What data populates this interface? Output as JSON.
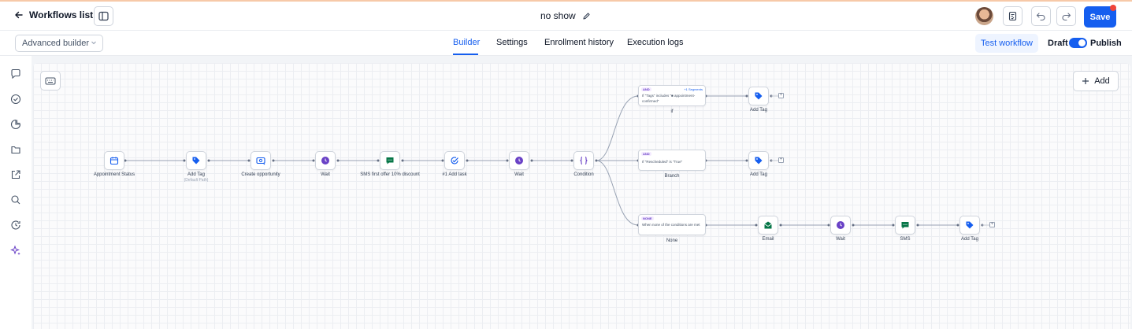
{
  "header": {
    "back_label": "Workflows list",
    "workflow_name": "no show",
    "save_label": "Save"
  },
  "subbar": {
    "builder_mode": "Advanced builder",
    "tabs": [
      {
        "label": "Builder",
        "active": true
      },
      {
        "label": "Settings",
        "active": false
      },
      {
        "label": "Enrollment history",
        "active": false
      },
      {
        "label": "Execution logs",
        "active": false
      }
    ],
    "test_label": "Test workflow",
    "draft_label": "Draft",
    "publish_label": "Publish",
    "published": true
  },
  "canvas": {
    "add_label": "Add",
    "steps": [
      {
        "label": "Appointment Status",
        "icon": "calendar-icon",
        "color": "#155eef"
      },
      {
        "label": "Add Tag",
        "sublabel": "(Default Path)",
        "icon": "tag-icon",
        "color": "#155eef"
      },
      {
        "label": "Create opportunity",
        "icon": "opportunity-icon",
        "color": "#155eef"
      },
      {
        "label": "Wait",
        "icon": "clock-icon",
        "color": "#6941c6"
      },
      {
        "label": "SMS first offer 10% discount",
        "icon": "sms-icon",
        "color": "#067647"
      },
      {
        "label": "#1 Add task",
        "icon": "task-check-icon",
        "color": "#155eef"
      },
      {
        "label": "Wait",
        "icon": "clock-icon",
        "color": "#6941c6"
      },
      {
        "label": "Condition",
        "icon": "braces-icon",
        "color": "#6941c6"
      }
    ],
    "branches": [
      {
        "tag": "AND",
        "segments": "+1 Segments",
        "text": "If \"Tags\" includes \"■ appointment-confirmed\"",
        "label": "if",
        "action": {
          "label": "Add Tag",
          "icon": "tag-icon"
        }
      },
      {
        "tag": "AND",
        "segments": "",
        "text": "If \"Rescheduled\" is \"True\"",
        "label": "Branch",
        "action": {
          "label": "Add Tag",
          "icon": "tag-icon"
        }
      },
      {
        "tag": "NONE",
        "segments": "",
        "text": "When none of the conditions are met",
        "label": "None"
      }
    ],
    "none_path": [
      {
        "label": "Email",
        "icon": "email-icon",
        "color": "#067647"
      },
      {
        "label": "Wait",
        "icon": "clock-icon",
        "color": "#6941c6"
      },
      {
        "label": "SMS",
        "icon": "sms-icon",
        "color": "#067647"
      },
      {
        "label": "Add Tag",
        "icon": "tag-icon",
        "color": "#155eef"
      }
    ]
  }
}
